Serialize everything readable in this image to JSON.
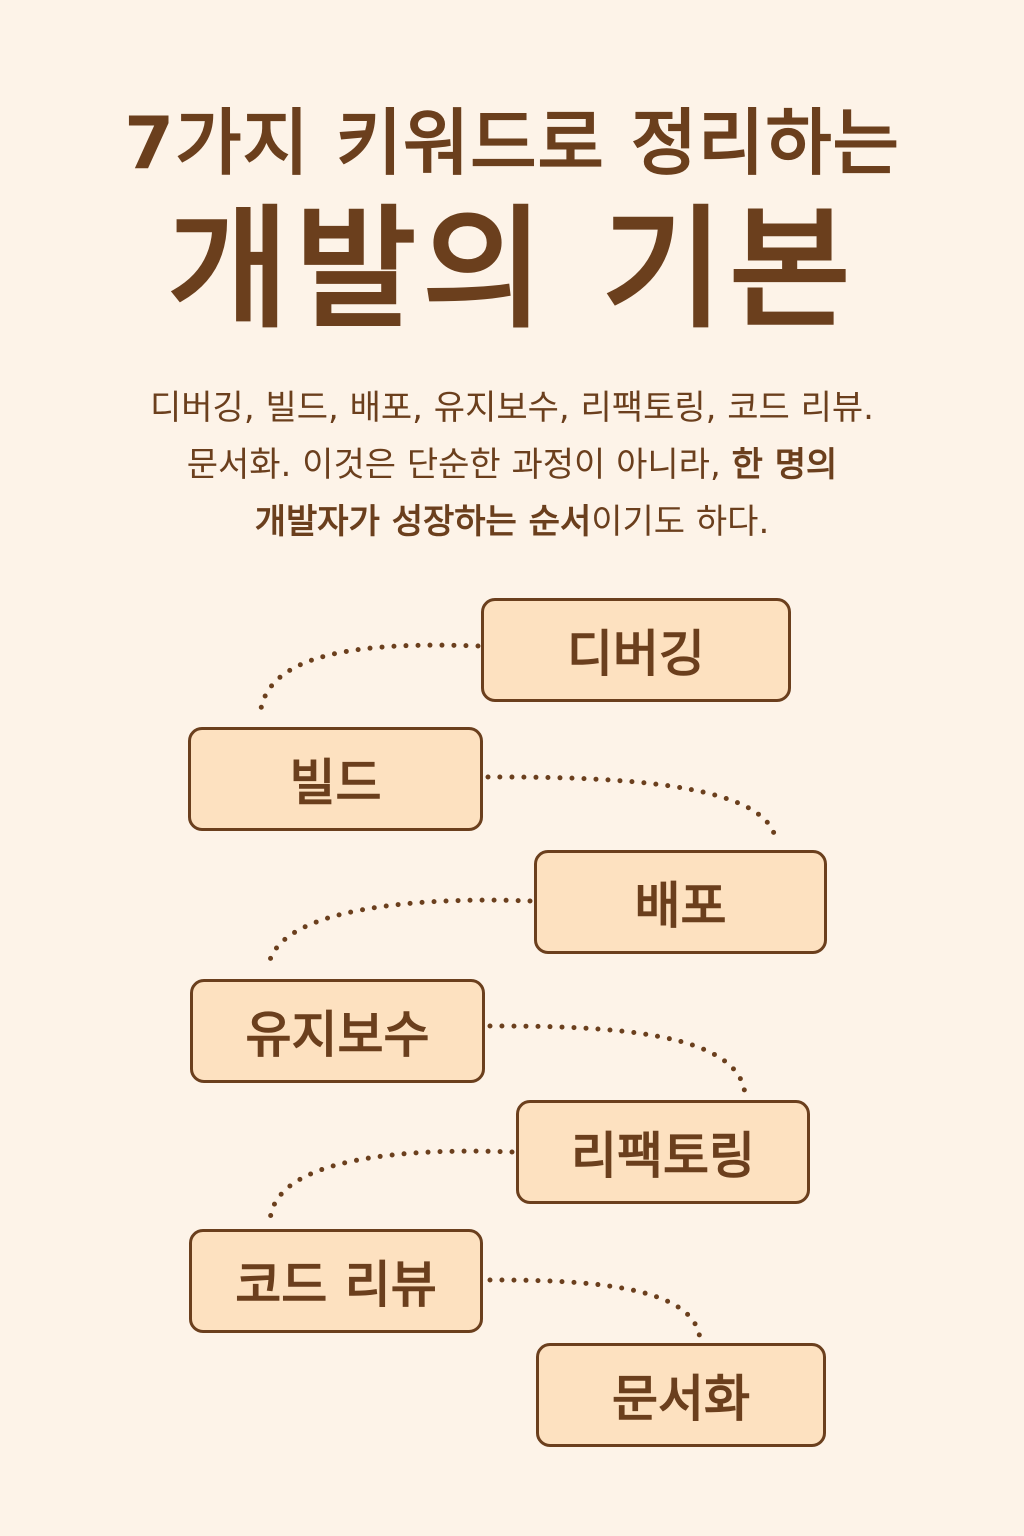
{
  "header": {
    "title_line1": "7가지 키워드로 정리하는",
    "title_line2": "개발의 기본"
  },
  "intro": {
    "line1": "디버깅, 빌드, 배포, 유지보수, 리팩토링, 코드 리뷰.",
    "line2_plain": "문서화. 이것은 단순한 과정이 아니라, ",
    "line2_bold": "한 명의",
    "line3_bold": "개발자가 성장하는 순서",
    "line3_plain": "이기도 하다."
  },
  "steps": [
    {
      "label": "디버깅"
    },
    {
      "label": "빌드"
    },
    {
      "label": "배포"
    },
    {
      "label": "유지보수"
    },
    {
      "label": "리팩토링"
    },
    {
      "label": "코드 리뷰"
    },
    {
      "label": "문서화"
    }
  ],
  "colors": {
    "background": "#fdf3e8",
    "box_fill": "#fde1c0",
    "ink": "#6b3f1d"
  }
}
